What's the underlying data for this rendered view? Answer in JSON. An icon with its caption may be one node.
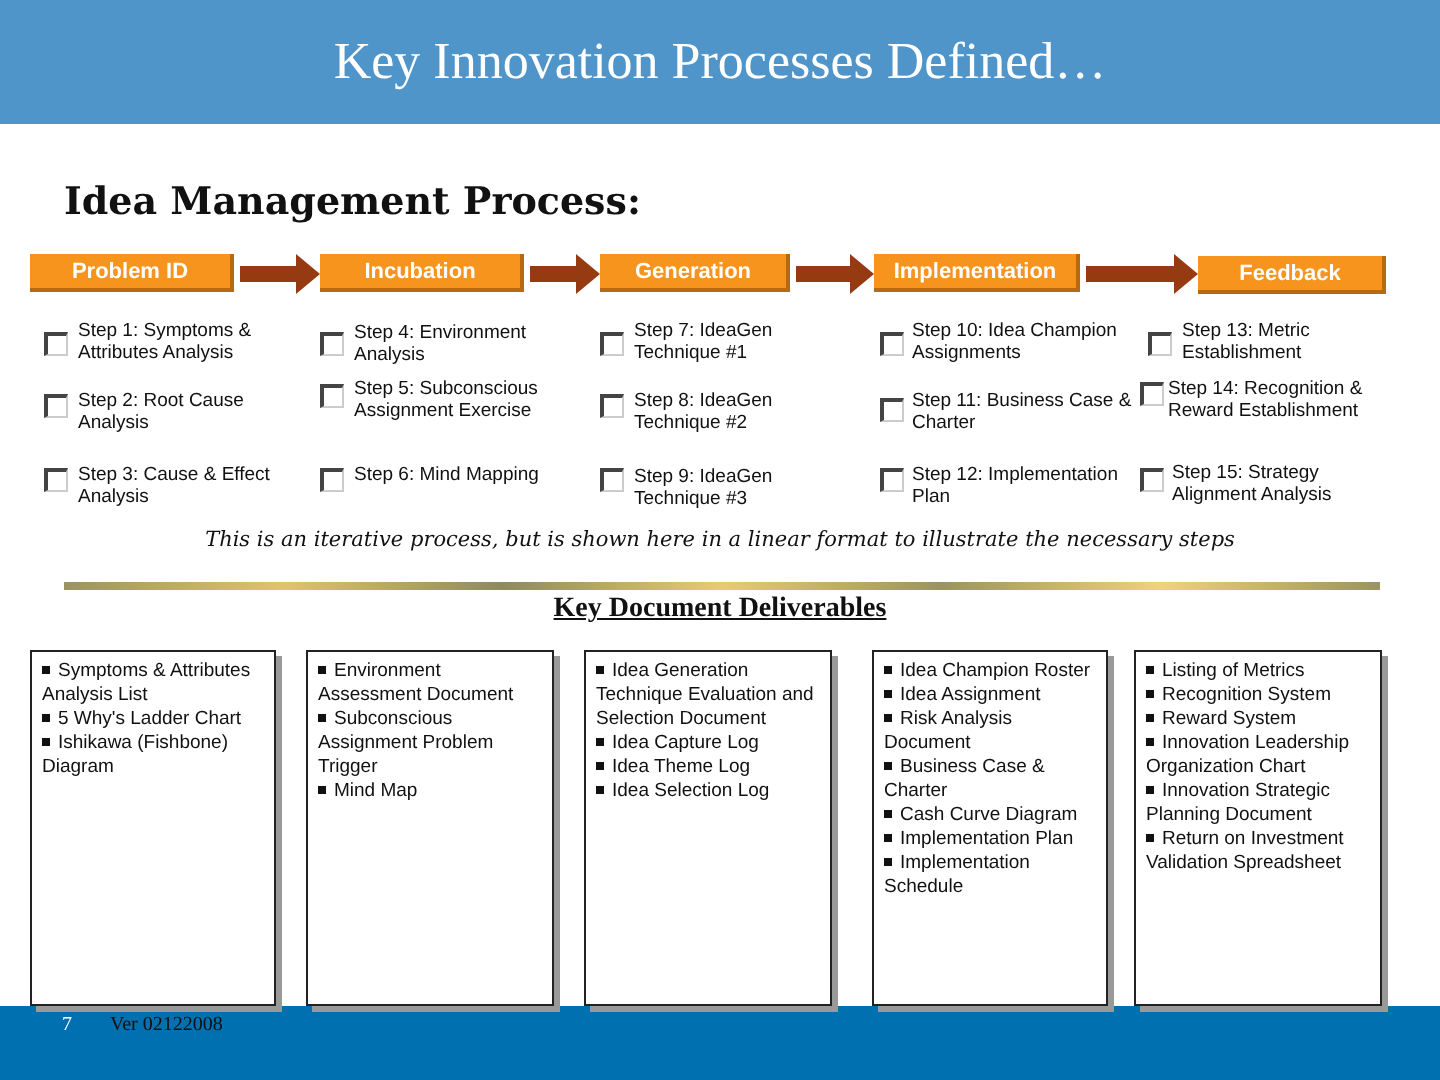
{
  "diagram": {
    "title": "Key Innovation Processes Defined…",
    "nodes": [
      {
        "text": [
          "Problem ID"
        ]
      },
      {
        "text": [
          "Incubation"
        ]
      },
      {
        "text": [
          "Generation"
        ]
      },
      {
        "text": [
          "Implementation"
        ]
      },
      {
        "text": [
          "Feedback"
        ]
      },
      {
        "text": [
          "Symptoms & Attributes Analysis List",
          "5 Why's Ladder Chart",
          "Ishikawa (Fishbone) Diagram"
        ]
      },
      {
        "text": [
          "Environment Assessment Document",
          "Subconscious Assignment Problem Trigger",
          "Mind Map"
        ]
      },
      {
        "text": [
          "Idea Generation Technique Evaluation and Selection Document",
          "Idea Capture Log",
          "Idea Theme Log",
          "Idea Selection Log"
        ]
      },
      {
        "text": [
          "Idea Champion Roster",
          "Idea Assignment",
          "Risk Analysis Document",
          "Business Case & Charter",
          "Cash Curve Diagram",
          "Implementation Plan",
          "Implementation Schedule"
        ]
      },
      {
        "text": [
          "Listing of Metrics",
          "Recognition System",
          "Reward System",
          "Innovation Leadership Organization Chart",
          "Innovation Strategic Planning Document",
          "Return on Investment Validation Spreadsheet"
        ]
      }
    ],
    "edges": [
      {
        "from": 0,
        "to": 1,
        "arrow": "to"
      },
      {
        "from": 1,
        "to": 2,
        "arrow": "to"
      },
      {
        "from": 2,
        "to": 3,
        "arrow": "to"
      },
      {
        "from": 3,
        "to": 4,
        "arrow": "to"
      }
    ],
    "labels": [
      "Idea Management Process:",
      "Step 1: Symptoms & Attributes Analysis",
      "Step 2:  Root Cause Analysis",
      "Step 3: Cause & Effect Analysis",
      "Step 4: Environment Analysis",
      "Step 5: Subconscious Assignment Exercise",
      "Step 6: Mind Mapping",
      "Step 7: IdeaGen Technique #1",
      "Step 8: IdeaGen Technique #2",
      "Step 9: IdeaGen Technique #3",
      "Step 10: Idea Champion Assignments",
      "Step 11: Business Case & Charter",
      "Step 12: Implementation Plan",
      "Step 13: Metric Establishment",
      "Step 14: Recognition & Reward Establishment",
      "Step 15: Strategy Alignment Analysis",
      "This is an iterative process, but is shown here in a linear format to illustrate the necessary steps",
      "Key Document Deliverables",
      "7",
      "Ver 02122008"
    ]
  }
}
